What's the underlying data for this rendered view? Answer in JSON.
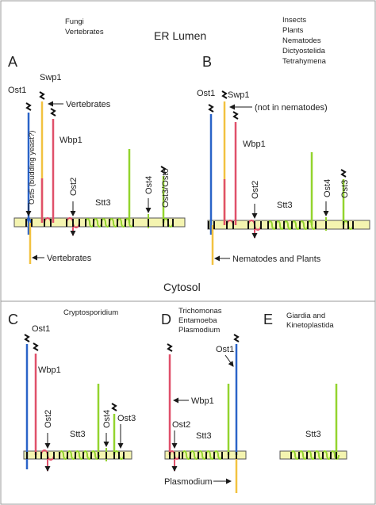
{
  "header": {
    "left_groups": [
      "Fungi",
      "Vertebrates"
    ],
    "right_groups": [
      "Insects",
      "Plants",
      "Nematodes",
      "Dictyostelida",
      "Tetrahymena"
    ],
    "er_lumen": "ER Lumen",
    "cytosol": "Cytosol"
  },
  "panelA": {
    "letter": "A",
    "ost1": "Ost1",
    "swp1": "Swp1",
    "swp1_note": "Vertebrates",
    "ost5": "Ost5 (budding yeast?)",
    "wbp1": "Wbp1",
    "ost2": "Ost2",
    "stt3": "Stt3",
    "ost4": "Ost4",
    "ost3": "Ost3/Ost6",
    "bottom_note": "Vertebrates"
  },
  "panelB": {
    "letter": "B",
    "ost1": "Ost1",
    "swp1": "Swp1",
    "swp1_note": "(not in nematodes)",
    "wbp1": "Wbp1",
    "ost2": "Ost2",
    "stt3": "Stt3",
    "ost4": "Ost4",
    "ost3": "Ost3",
    "bottom_note": "Nematodes and Plants"
  },
  "panelC": {
    "letter": "C",
    "title": "Cryptosporidium",
    "ost1": "Ost1",
    "wbp1": "Wbp1",
    "ost2": "Ost2",
    "stt3": "Stt3",
    "ost4": "Ost4",
    "ost3": "Ost3"
  },
  "panelD": {
    "letter": "D",
    "title_lines": [
      "Trichomonas",
      "Entamoeba",
      "Plasmodium"
    ],
    "ost1": "Ost1",
    "wbp1": "Wbp1",
    "ost2": "Ost2",
    "stt3": "Stt3",
    "bottom_note": "Plasmodium"
  },
  "panelE": {
    "letter": "E",
    "title_lines": [
      "Giardia and",
      "Kinetoplastida"
    ],
    "stt3": "Stt3"
  },
  "colors": {
    "ost1": "#2a63c8",
    "swp1": "#f2c240",
    "wbp1": "#e0506a",
    "stt3": "#93d42e",
    "membrane": "#f4f4b0",
    "arrow": "#1a1a1a"
  }
}
